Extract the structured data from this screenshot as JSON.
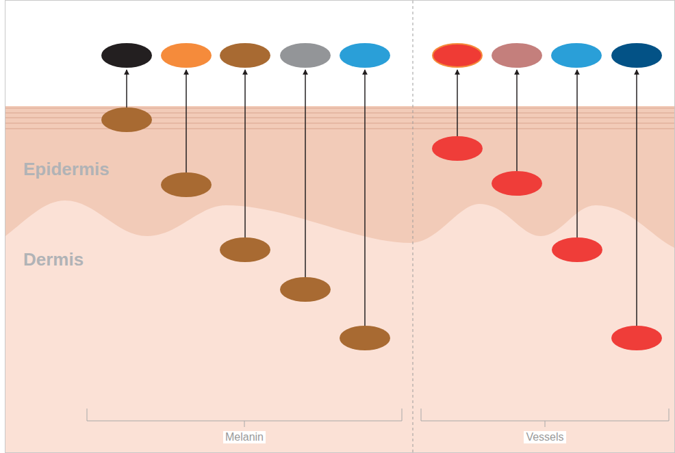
{
  "diagram": {
    "labels": [
      "Epidermis",
      "Dermis",
      "Melanin",
      "Vessels"
    ]
  }
}
